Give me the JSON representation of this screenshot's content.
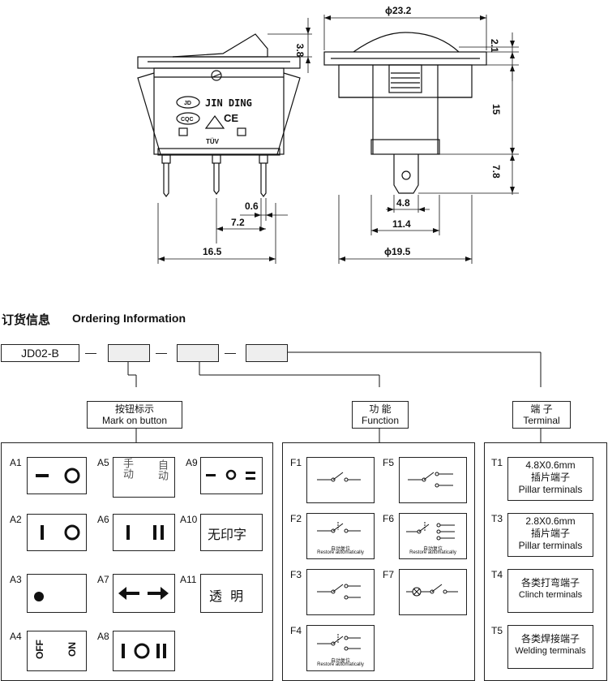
{
  "header": {
    "title_cn": "订货信息",
    "title_en": "Ordering Information"
  },
  "drawing": {
    "dims_left": {
      "d_3_8": "3.8",
      "d_0_6": "0.6",
      "d_7_2": "7.2",
      "d_16_5": "16.5"
    },
    "dims_right": {
      "d_23_2": "ϕ23.2",
      "d_2_1": "2.1",
      "d_15": "15",
      "d_7_8": "7.8",
      "d_4_8": "4.8",
      "d_11_4": "11.4",
      "d_19_5": "ϕ19.5"
    },
    "brand": "JIN DING",
    "cqc": "CQC",
    "tuv": "TÜV",
    "jd": "JD"
  },
  "code": {
    "model": "JD02-B",
    "dash": "—"
  },
  "groups": {
    "mark": {
      "cn": "按钮标示",
      "en": "Mark on button"
    },
    "function": {
      "cn": "功 能",
      "en": "Function"
    },
    "terminal": {
      "cn": "端 子",
      "en": "Terminal"
    }
  },
  "marks": {
    "a1": "A1",
    "a2": "A2",
    "a3": "A3",
    "a4": "A4",
    "a5": "A5",
    "a6": "A6",
    "a7": "A7",
    "a8": "A8",
    "a9": "A9",
    "a10": "A10",
    "a11": "A11",
    "a4_off": "OFF",
    "a4_on": "ON",
    "a5_left": "手动",
    "a5_right": "自动",
    "a10_text": "无印字",
    "a11_text": "透  明"
  },
  "functions": {
    "f1": "F1",
    "f2": "F2",
    "f3": "F3",
    "f4": "F4",
    "f5": "F5",
    "f6": "F6",
    "f7": "F7",
    "restore_cn": "自动复位",
    "restore_en": "Restore automatically"
  },
  "terminals": {
    "t1": "T1",
    "t3": "T3",
    "t4": "T4",
    "t5": "T5",
    "t1_l1": "4.8X0.6mm",
    "t1_l2": "插片端子",
    "t1_l3": "Pillar terminals",
    "t3_l1": "2.8X0.6mm",
    "t3_l2": "插片端子",
    "t3_l3": "Pillar terminals",
    "t4_l1": "各类打弯端子",
    "t4_l2": "Clinch terminals",
    "t5_l1": "各类焊接端子",
    "t5_l2": "Welding terminals"
  }
}
